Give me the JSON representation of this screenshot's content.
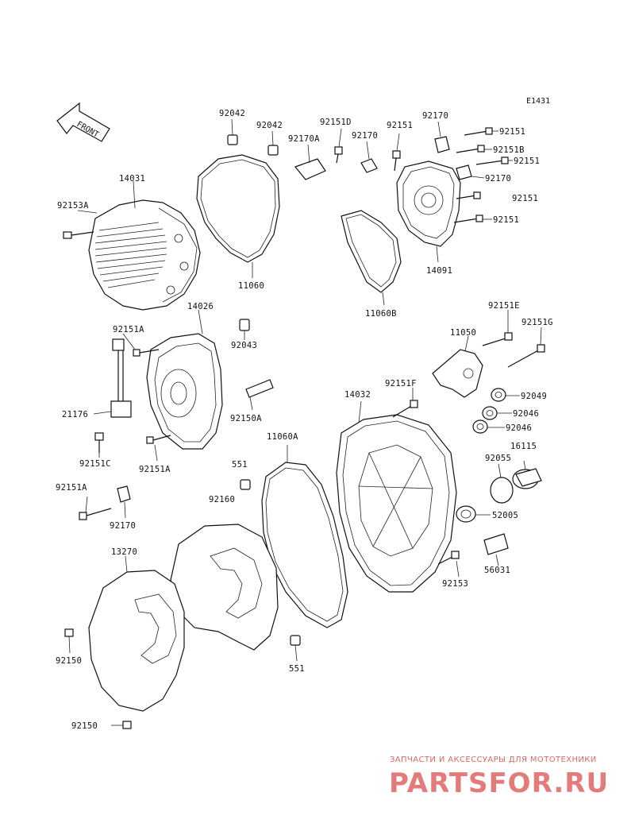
{
  "diagram": {
    "code": "E1431",
    "front_label": "FRONT",
    "labels": [
      "92042",
      "92042",
      "92151D",
      "92170A",
      "92170",
      "92151",
      "92170",
      "92151",
      "92151B",
      "92151",
      "92170",
      "92151",
      "92151",
      "14031",
      "92153A",
      "11060",
      "11060B",
      "14091",
      "14026",
      "92151A",
      "92043",
      "21176",
      "92150A",
      "92151C",
      "92151A",
      "11060A",
      "551",
      "92160",
      "92151A",
      "92170",
      "92151E",
      "92151G",
      "11050",
      "92151F",
      "14032",
      "92049",
      "92046",
      "92046",
      "16115",
      "92055",
      "52005",
      "56031",
      "92153",
      "13270",
      "92150",
      "92150",
      "551"
    ]
  },
  "watermark": {
    "tagline": "ЗАПЧАСТИ И АКСЕССУАРЫ ДЛЯ МОТОТЕХНИКИ",
    "logo": "PARTSFOR.RU"
  }
}
